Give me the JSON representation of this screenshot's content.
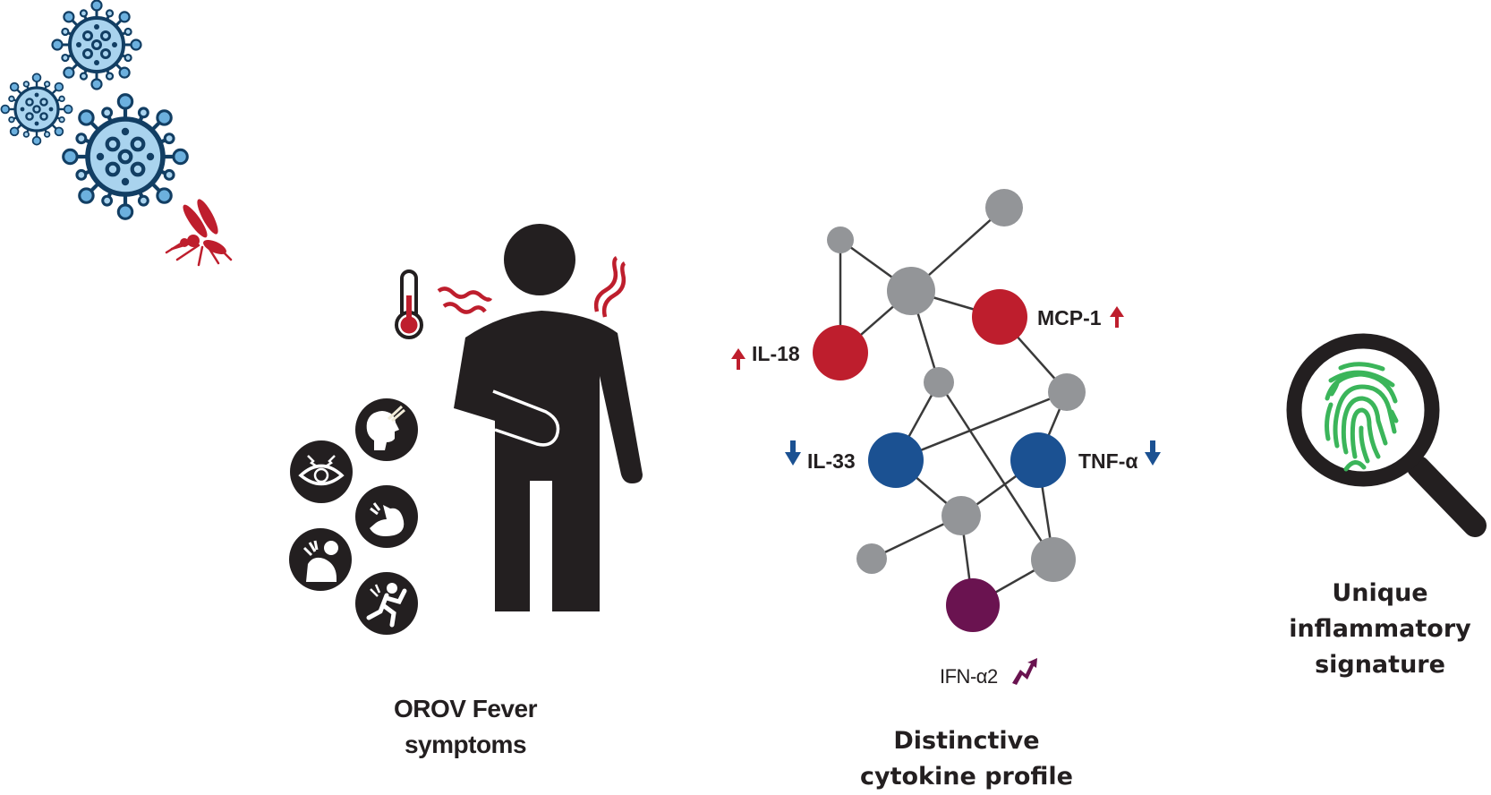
{
  "figure": {
    "panels": [
      {
        "id": "symptoms",
        "caption_lines": [
          "OROV Fever",
          "symptoms"
        ],
        "symptom_icons": [
          "headache-icon",
          "eye-pain-icon",
          "muscle-pain-icon",
          "back-pain-icon",
          "joint-pain-icon"
        ],
        "decorations": [
          "virus-icon",
          "virus-icon",
          "virus-icon",
          "mosquito-icon",
          "thermometer-icon",
          "heat-waves-icon",
          "person-icon"
        ]
      },
      {
        "id": "cytokines",
        "caption_lines": [
          "Distinctive",
          "cytokine profile"
        ],
        "markers": [
          {
            "name": "IL-18",
            "label": "IL-18",
            "trend": "up",
            "color": "#be1e2d"
          },
          {
            "name": "MCP-1",
            "label": "MCP-1",
            "trend": "up",
            "color": "#be1e2d"
          },
          {
            "name": "IL-33",
            "label": "IL-33",
            "trend": "down",
            "color": "#1b5192"
          },
          {
            "name": "TNF-α",
            "label": "TNF-α",
            "trend": "down",
            "color": "#1b5192"
          },
          {
            "name": "IFN-α2",
            "label": "IFN-α2",
            "trend": "fluctuating-up",
            "color": "#6a1350"
          }
        ],
        "neutral_node_color": "#939598",
        "edge_color": "#3a3a3a"
      },
      {
        "id": "signature",
        "caption_lines": [
          "Unique",
          "inflammatory",
          "signature"
        ],
        "icon": "magnifier-fingerprint-icon",
        "accent_color": "#3bb55a"
      }
    ],
    "colors": {
      "virus_fill": "#a9d3ee",
      "virus_stroke": "#123e63",
      "mosquito": "#be1e2d",
      "silhouette": "#231f20",
      "fever_red": "#be1e2d"
    }
  }
}
